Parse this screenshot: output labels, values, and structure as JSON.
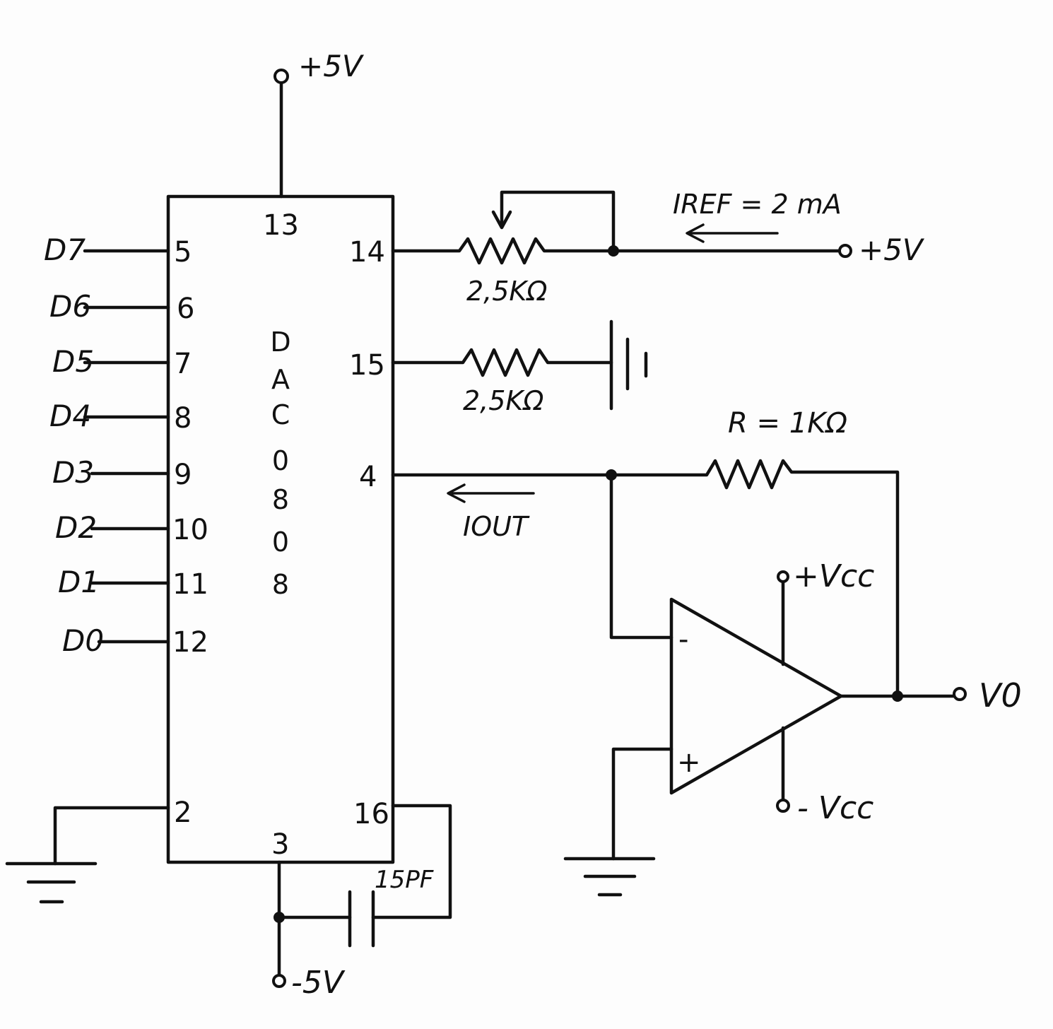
{
  "labels": {
    "vplus_top": "+5V",
    "vplus_ref": "+5V",
    "vminus": "-5V",
    "iref": "IREF = 2 mA",
    "iout": "IOUT",
    "r_pot": "2,5KΩ",
    "r15": "2,5KΩ",
    "rf": "R = 1KΩ",
    "cap": "15PF",
    "vcc_pos": "+Vcc",
    "vcc_neg": "- Vcc",
    "vout": "V0",
    "op_minus": "-",
    "op_plus": "+"
  },
  "chip": {
    "name_letters": [
      "D",
      "A",
      "C",
      "0",
      "8",
      "0",
      "8"
    ],
    "pins": {
      "p13": "13",
      "p14": "14",
      "p15": "15",
      "p4": "4",
      "p16": "16",
      "p3": "3",
      "p2": "2",
      "p5": "5",
      "p6": "6",
      "p7": "7",
      "p8": "8",
      "p9": "9",
      "p10": "10",
      "p11": "11",
      "p12": "12"
    }
  },
  "inputs": [
    "D7",
    "D6",
    "D5",
    "D4",
    "D3",
    "D2",
    "D1",
    "D0"
  ]
}
